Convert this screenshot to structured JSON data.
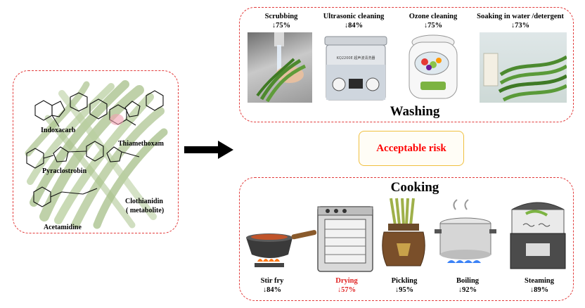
{
  "molecules": {
    "indoxacarb": "Indoxacarb",
    "thiamethoxam": "Thiamethoxam",
    "pyraclostrobin": "Pyraclostrobin",
    "clothianidin": "Clothianidin",
    "clothianidin_note": "( metabolite)",
    "acetamidine": "Acetamidine"
  },
  "washing": {
    "title": "Washing",
    "methods": [
      {
        "name": "Scrubbing",
        "reduction": "↓75%"
      },
      {
        "name": "Ultrasonic cleaning",
        "reduction": "↓84%"
      },
      {
        "name": "Ozone cleaning",
        "reduction": "↓75%"
      },
      {
        "name": "Soaking in water /detergent",
        "reduction": "↓73%"
      }
    ]
  },
  "center": {
    "label": "Acceptable risk"
  },
  "cooking": {
    "title": "Cooking",
    "methods": [
      {
        "name": "Stir fry",
        "reduction": "↓84%",
        "highlight": false
      },
      {
        "name": "Drying",
        "reduction": "↓57%",
        "highlight": true
      },
      {
        "name": "Pickling",
        "reduction": "↓95%",
        "highlight": false
      },
      {
        "name": "Boiling",
        "reduction": "↓92%",
        "highlight": false
      },
      {
        "name": "Steaming",
        "reduction": "↓89%",
        "highlight": false
      }
    ]
  },
  "colors": {
    "dash": "#e23b3b",
    "highlight": "#e02020",
    "accent": "#ff0000",
    "bean": "#8fae6e",
    "arrow": "#000000"
  },
  "device_text": {
    "ultrasonic_panel": "KQ2200E 超声波清洗器"
  }
}
